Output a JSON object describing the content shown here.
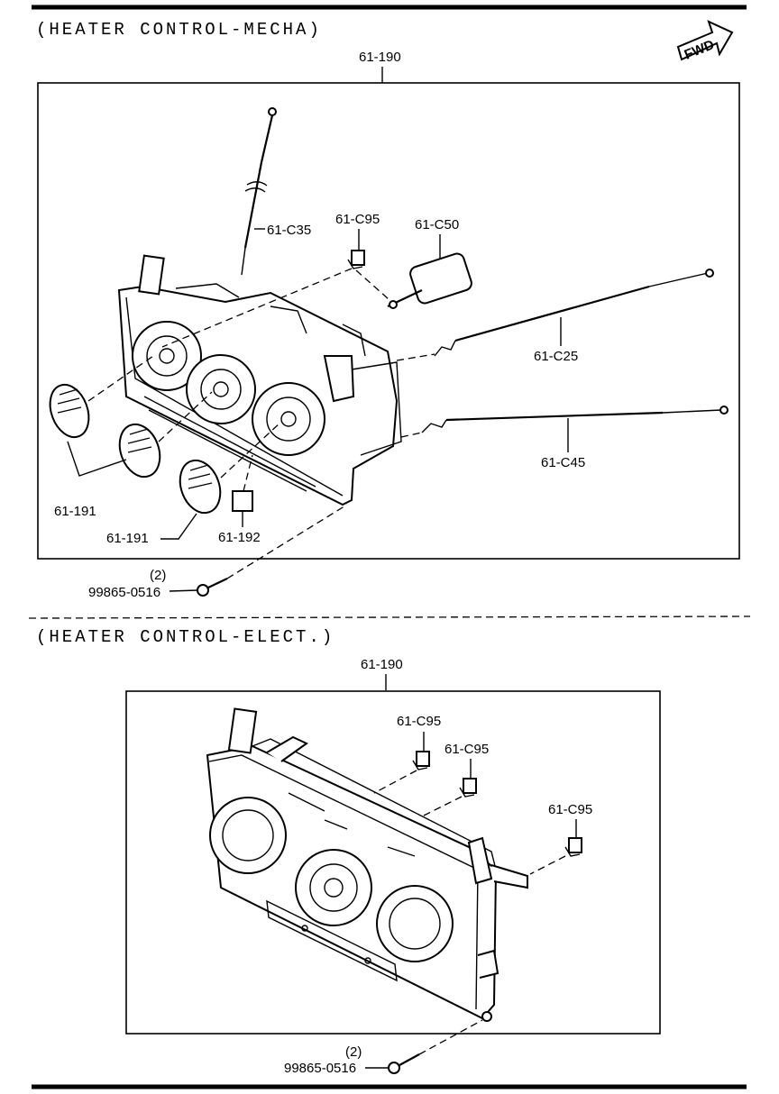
{
  "sections": [
    {
      "header": "(HEATER CONTROL-MECHA)",
      "assembly_label": "61-190",
      "callouts": {
        "cable_top": "61-C35",
        "clip": "61-C95",
        "actuator": "61-C50",
        "cable_upper": "61-C25",
        "cable_lower": "61-C45",
        "knob_left": "61-191",
        "knob_right": "61-191",
        "button": "61-192"
      },
      "screw_qty": "(2)",
      "screw_label": "99865-0516"
    },
    {
      "header": "(HEATER CONTROL-ELECT.)",
      "assembly_label": "61-190",
      "callouts": {
        "clip_a": "61-C95",
        "clip_b": "61-C95",
        "clip_c": "61-C95"
      },
      "screw_qty": "(2)",
      "screw_label": "99865-0516"
    }
  ],
  "direction_badge": "FWD"
}
